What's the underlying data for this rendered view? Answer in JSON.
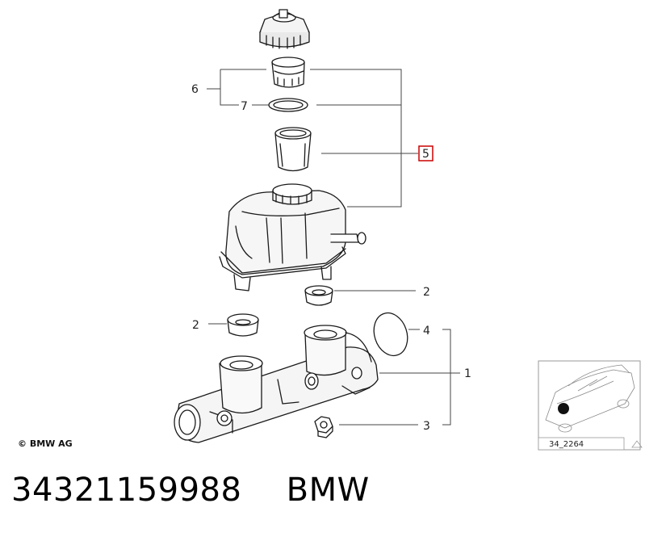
{
  "diagram": {
    "callouts": {
      "c1": "1",
      "c2a": "2",
      "c2b": "2",
      "c3": "3",
      "c4": "4",
      "c5": "5",
      "c6": "6",
      "c7": "7"
    },
    "copyright": "© BMW AG",
    "reference_code": "34_2264",
    "highlight_color": "#cc0000"
  },
  "footer": {
    "part_number": "34321159988",
    "brand": "BMW"
  }
}
